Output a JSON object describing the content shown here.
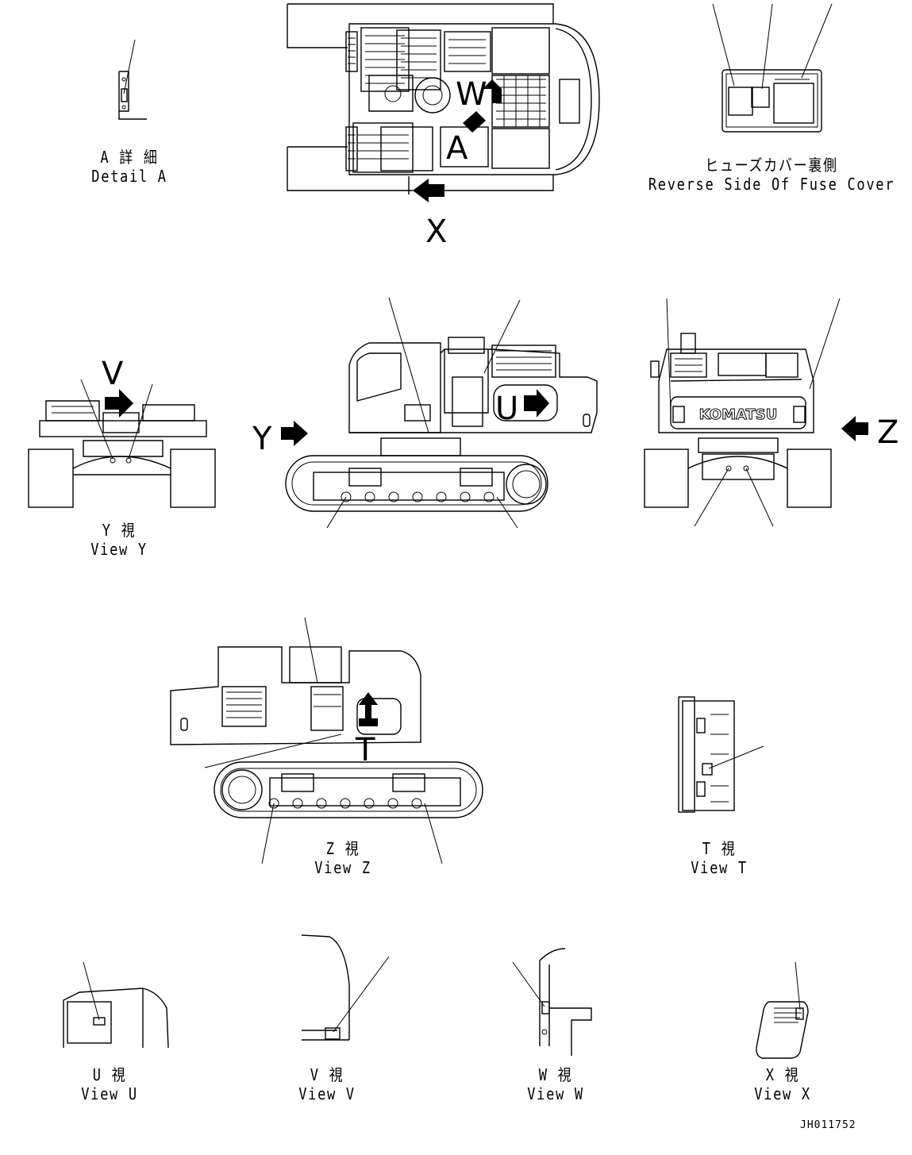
{
  "drawing_number": "JH011752",
  "markers": {
    "X": "X",
    "Y": "Y",
    "Z": "Z",
    "V": "V",
    "U": "U",
    "W": "W",
    "A": "A",
    "T": "T"
  },
  "captions": {
    "detail_a": {
      "jp": "A 詳 細",
      "en": "Detail A"
    },
    "fuse_cover": {
      "jp": "ヒューズカバー裏側",
      "en": "Reverse Side Of Fuse Cover"
    },
    "view_y": {
      "jp": "Y 視",
      "en": "View Y"
    },
    "view_z": {
      "jp": "Z 視",
      "en": "View Z"
    },
    "view_t": {
      "jp": "T 視",
      "en": "View T"
    },
    "view_u": {
      "jp": "U 視",
      "en": "View U"
    },
    "view_v": {
      "jp": "V 視",
      "en": "View V"
    },
    "view_w": {
      "jp": "W 視",
      "en": "View W"
    },
    "view_x": {
      "jp": "X 視",
      "en": "View X"
    }
  },
  "brand_text": "KOMATSU",
  "colors": {
    "line": "#000000",
    "background": "#ffffff"
  }
}
